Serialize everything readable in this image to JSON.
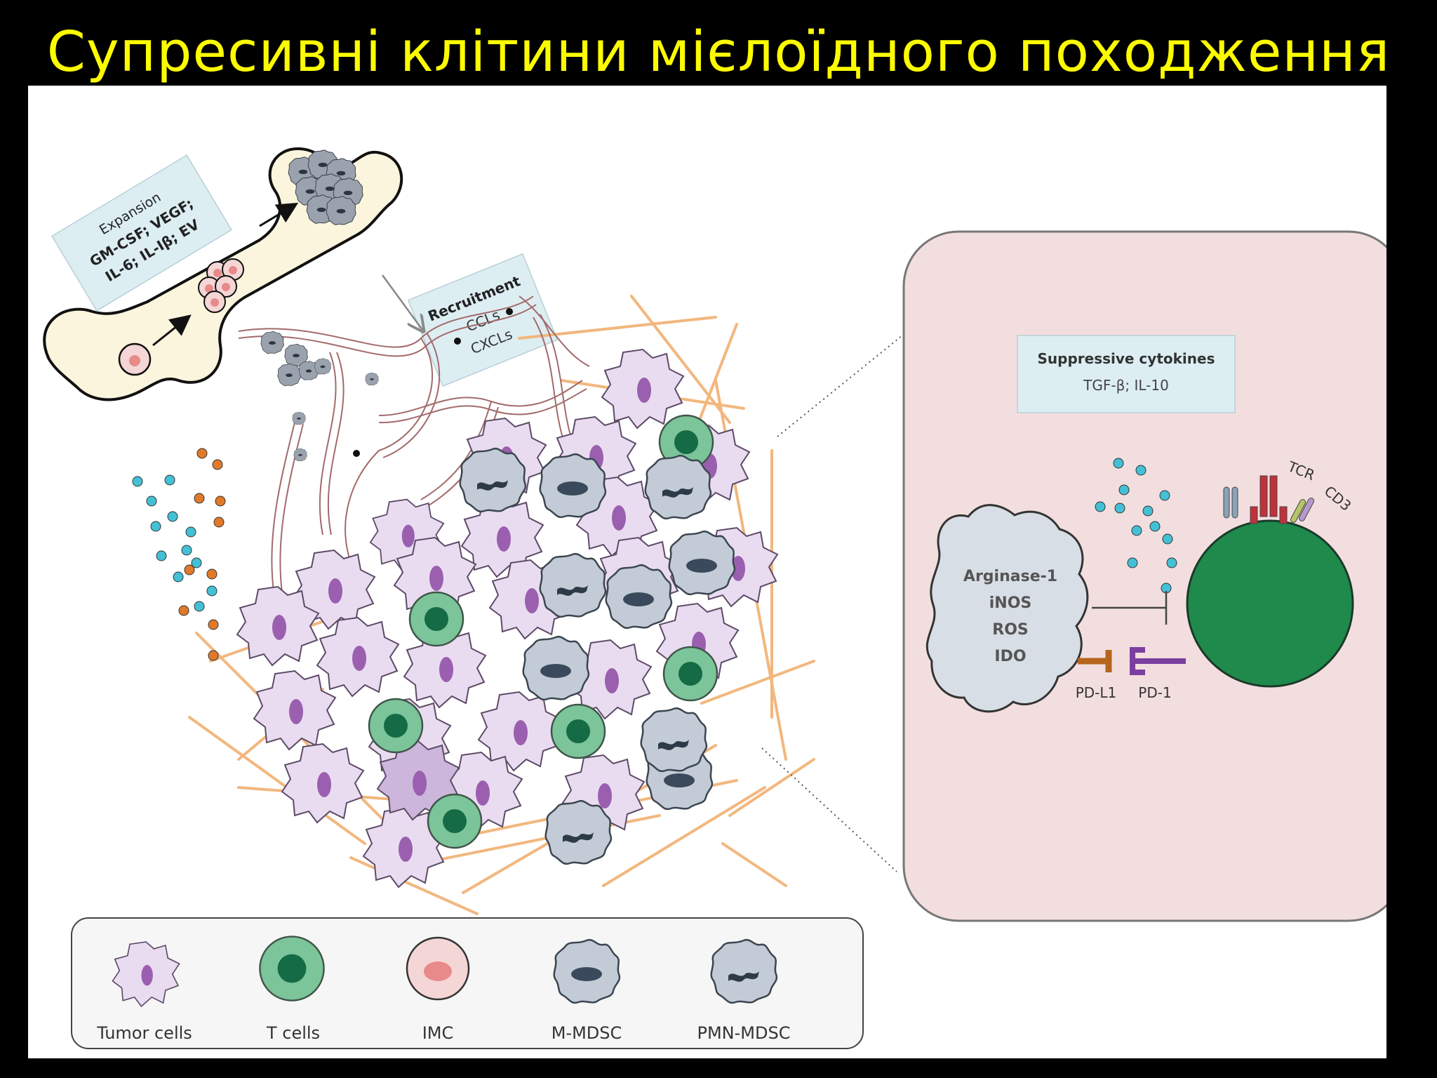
{
  "slide": {
    "title": "Супресивні клітини мієлоїдного походження"
  },
  "bone_marrow": {
    "expansion": {
      "heading": "Expansion",
      "line1": "GM-CSF; VEGF;",
      "line2": "IL-6; IL-Iβ; EV"
    },
    "recruitment": {
      "heading": "Recruitment",
      "line1": "CCLs",
      "line2": "CXCLs"
    }
  },
  "mechanism": {
    "cytokines_heading": "Suppressive cytokines",
    "cytokines_list": "TGF-β; IL-10",
    "mdsc_factors": [
      "Arginase-1",
      "iNOS",
      "ROS",
      "IDO"
    ],
    "ligand_label": "PD-L1",
    "receptor_label": "PD-1",
    "tcr_label": "TCR",
    "cd3_label": "CD3"
  },
  "legend": [
    {
      "label": "Tumor cells",
      "icon": "tumor-cell-icon"
    },
    {
      "label": "T cells",
      "icon": "t-cell-icon"
    },
    {
      "label": "IMC",
      "icon": "imc-icon"
    },
    {
      "label": "M-MDSC",
      "icon": "m-mdsc-icon"
    },
    {
      "label": "PMN-MDSC",
      "icon": "pmn-mdsc-icon"
    }
  ],
  "colors": {
    "title": "#fcfc00",
    "tumor_fill": "#eadcf0",
    "tumor_nucleus": "#9b5fb0",
    "tcell_fill": "#7cc49a",
    "tcell_nucleus": "#146b45",
    "mdsc_fill": "#c3ccd6",
    "mdsc_nucleus": "#3a4a5c",
    "imc_fill": "#f5d6d6",
    "imc_nucleus": "#e88a8a",
    "panel_bg": "#f3dedf",
    "box_bg": "#ddeef3",
    "stroma": "#f2b77e",
    "vessel": "#a36a6a",
    "pdl1": "#b5651d",
    "pd1": "#7b3fa0"
  }
}
